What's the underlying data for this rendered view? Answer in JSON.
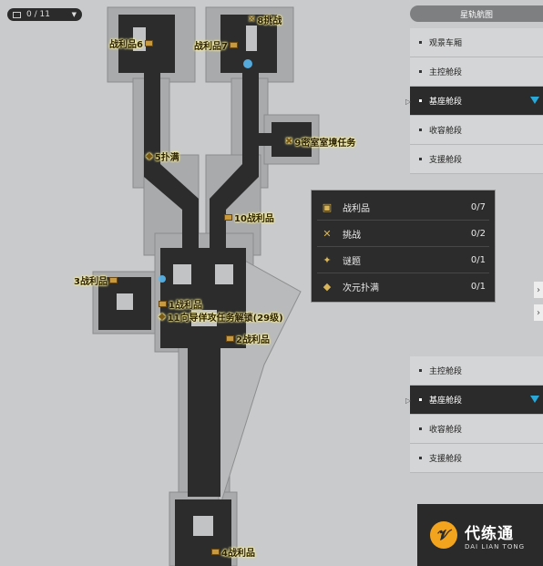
{
  "counter": {
    "text": "0 / 11"
  },
  "panel": {
    "title": "星轨航图"
  },
  "floors_top": [
    {
      "label": "观景车厢",
      "active": false
    },
    {
      "label": "主控舱段",
      "active": false
    },
    {
      "label": "基座舱段",
      "active": true
    },
    {
      "label": "收容舱段",
      "active": false
    },
    {
      "label": "支援舱段",
      "active": false
    }
  ],
  "floors_bottom": [
    {
      "label": "主控舱段",
      "active": false
    },
    {
      "label": "基座舱段",
      "active": true
    },
    {
      "label": "收容舱段",
      "active": false
    },
    {
      "label": "支援舱段",
      "active": false
    }
  ],
  "popup": [
    {
      "label": "战利品",
      "count": "0/7",
      "icon": "chest-icon"
    },
    {
      "label": "挑战",
      "count": "0/2",
      "icon": "swords-icon"
    },
    {
      "label": "谜题",
      "count": "0/1",
      "icon": "puzzle-icon"
    },
    {
      "label": "次元扑满",
      "count": "0/1",
      "icon": "piggy-icon"
    }
  ],
  "map_labels": {
    "loot_6": "战利品6",
    "loot_7": "战利品7",
    "challenge_8": "8挑战",
    "puzzle_9": "9密室室境任务",
    "piggy_5": "5扑满",
    "loot_10": "10战利品",
    "loot_3": "3战利品",
    "loot_1": "1战利品",
    "quest_11": "11向导佯攻任务解锁(29级)",
    "loot_2": "2战利品",
    "loot_4": "4战利品"
  },
  "logo": {
    "cn": "代练通",
    "en": "DAI LIAN TONG"
  }
}
